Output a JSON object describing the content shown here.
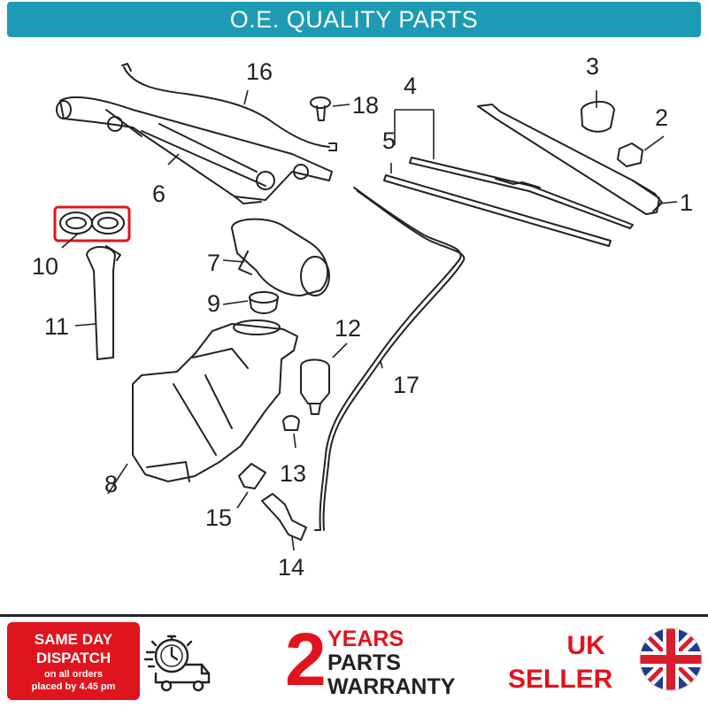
{
  "banner": {
    "text": "O.E. QUALITY PARTS"
  },
  "callouts": [
    {
      "key": "c1",
      "label": "1"
    },
    {
      "key": "c2",
      "label": "2"
    },
    {
      "key": "c3",
      "label": "3"
    },
    {
      "key": "c4",
      "label": "4"
    },
    {
      "key": "c5",
      "label": "5"
    },
    {
      "key": "c6",
      "label": "6"
    },
    {
      "key": "c7",
      "label": "7"
    },
    {
      "key": "c8",
      "label": "8"
    },
    {
      "key": "c9",
      "label": "9"
    },
    {
      "key": "c10",
      "label": "10"
    },
    {
      "key": "c11",
      "label": "11"
    },
    {
      "key": "c12",
      "label": "12"
    },
    {
      "key": "c13",
      "label": "13"
    },
    {
      "key": "c14",
      "label": "14"
    },
    {
      "key": "c15",
      "label": "15"
    },
    {
      "key": "c16",
      "label": "16"
    },
    {
      "key": "c17",
      "label": "17"
    },
    {
      "key": "c18",
      "label": "18"
    }
  ],
  "highlight": {
    "part": "10",
    "color": "#e0141e"
  },
  "footer": {
    "dispatch": {
      "line1": "SAME DAY",
      "line2": "DISPATCH",
      "line3": "on all orders",
      "line4": "placed by 4.45 pm"
    },
    "warranty": {
      "number": "2",
      "line1": "YEARS",
      "line2": "PARTS",
      "line3": "WARRANTY"
    },
    "seller": {
      "line1": "UK",
      "line2": "SELLER"
    }
  },
  "colors": {
    "banner": "#1d9bb4",
    "accent_red": "#e0141e",
    "ink": "#222222"
  },
  "icons": [
    "stopwatch-truck-icon",
    "union-jack-flag-icon"
  ]
}
